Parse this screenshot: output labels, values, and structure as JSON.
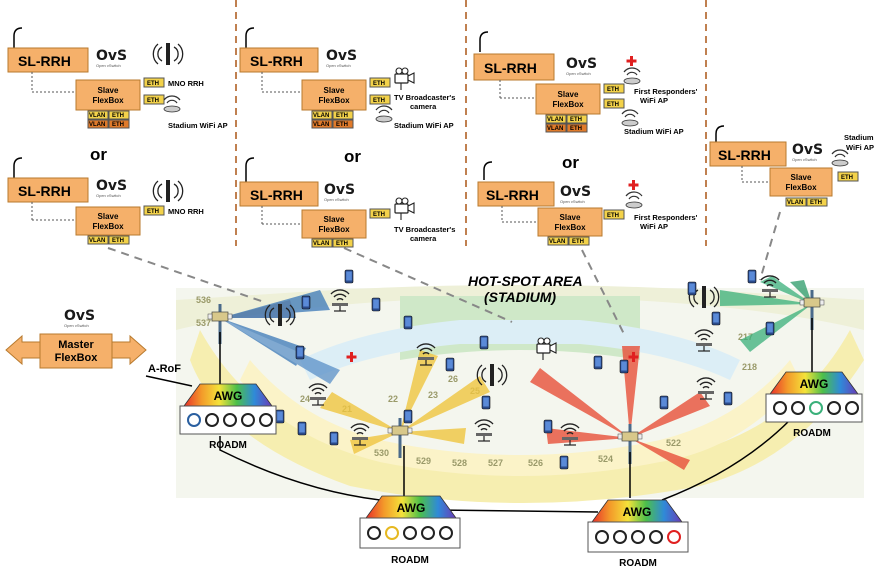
{
  "labels": {
    "sl_rrh": "SL-RRH",
    "ovs": "OvS",
    "ovs_sub": "Open vSwitch",
    "slave_line1": "Slave",
    "slave_line2": "FlexBox",
    "eth": "ETH",
    "vlan": "VLAN",
    "or": "or",
    "mno_rrh": "MNO RRH",
    "stadium_wifi_ap": "Stadium WiFi  AP",
    "tv_cam_l1": "TV Broadcaster's",
    "tv_cam_l2": "camera",
    "fr_l1": "First Responders'",
    "fr_l2": "WiFi  AP",
    "stadium_l1": "Stadium",
    "stadium_l2": "WiFi  AP",
    "hotspot_l1": "HOT-SPOT AREA",
    "hotspot_l2": "(STADIUM)",
    "master_l1": "Master",
    "master_l2": "FlexBox",
    "a_rof": "A-RoF",
    "awg": "AWG",
    "roadm": "ROADM"
  },
  "seat_numbers": [
    "536",
    "537",
    "530",
    "529",
    "528",
    "527",
    "526",
    "524",
    "522",
    "217",
    "218",
    "21",
    "22",
    "23",
    "24",
    "25",
    "26"
  ],
  "colors": {
    "flexbox_orange": "#f5b06a",
    "flexbox_border": "#b87a2e",
    "eth_yellow": "#f3d24a",
    "divider_brown": "#c08050",
    "beam_blue": "#3a78b8",
    "beam_yellow": "#f0c640",
    "beam_red": "#e8503a",
    "beam_green": "#3ab07a"
  }
}
